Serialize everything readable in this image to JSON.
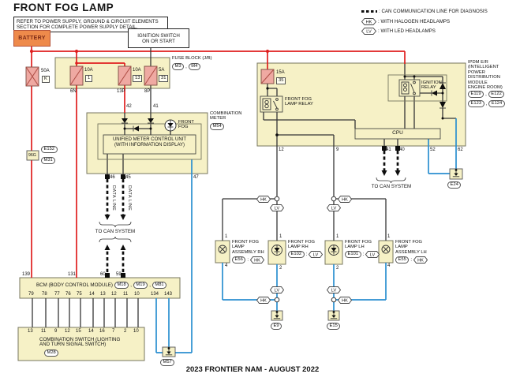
{
  "title": "FRONT FOG LAMP",
  "note_line1": "REFER TO POWER SUPPLY, GROUND & CIRCUIT ELEMENTS",
  "note_line2": "SECTION FOR COMPLETE POWER SUPPLY DETAIL.",
  "legend": {
    "can_text": ": CAN COMMUNICATION LINE FOR DIAGNOSIS",
    "hk_text": ": WITH HALOGEN HEADLAMPS",
    "lv_text": ": WITH LED HEADLAMPS"
  },
  "tags": {
    "hk": "HK",
    "lv": "LV"
  },
  "punct": {
    "colon": ":",
    "comma": ","
  },
  "battery": "BATTERY",
  "ignition_switch": {
    "line1": "IGNITION SWITCH",
    "line2": "ON OR START"
  },
  "fusible_link": {
    "rating": "50A",
    "id": "K"
  },
  "inline_conn": {
    "id": "96G",
    "upper": "E152",
    "lower": "M31"
  },
  "fuse_block": {
    "label": "FUSE BLOCK (J/B)",
    "conn1": "M3",
    "conn2": "M4",
    "fuse1_rating": "10A",
    "fuse1_id": "1",
    "fuse1_out": "6N",
    "fuse2_rating": "10A",
    "fuse2_id": "13",
    "fuse2_out": "13P",
    "fuse3_rating": "5A",
    "fuse3_id": "31",
    "fuse3_out": "8P"
  },
  "ipdm": {
    "name": [
      "IPDM E/R",
      "(INTELLIGENT",
      "POWER",
      "DISTRIBUTION",
      "MODULE",
      "ENGINE ROOM)"
    ],
    "conn": [
      "E119",
      "E122",
      "E123",
      "E124"
    ],
    "fuse_rating": "15A",
    "fuse_id": "35",
    "fog_relay1": "FRONT FOG",
    "fog_relay2": "LAMP RELAY",
    "ign_relay1": "IGNITION",
    "ign_relay2": "RELAY",
    "cpu": "CPU",
    "pins": [
      "12",
      "9",
      "41",
      "40",
      "52",
      "62"
    ]
  },
  "meter": {
    "label1": "COMBINATION",
    "label2": "METER",
    "conn": "M54",
    "ind1": "FRONT",
    "ind2": "FOG",
    "unit1": "UNIFIED METER CONTROL UNIT",
    "unit2": "(WITH INFORMATION DISPLAY)",
    "pin_42": "42",
    "pin_41": "41",
    "pin_46": "46",
    "pin_45": "45",
    "pin_47": "47"
  },
  "can": {
    "data_line": "DATA LINE",
    "to_can": "TO CAN SYSTEM"
  },
  "bcm": {
    "label": "BCM (BODY CONTROL MODULE)",
    "conn": [
      "M18",
      "M19",
      "M81"
    ],
    "pins_top": [
      "139",
      "131",
      "60",
      "59"
    ],
    "pins_bottom": [
      "79",
      "78",
      "77",
      "76",
      "75",
      "14",
      "13",
      "12",
      "11",
      "10",
      "134",
      "143"
    ]
  },
  "combo_switch": {
    "line1": "COMBINATION SWITCH (LIGHTING",
    "line2": "AND TURN SIGNAL SWITCH)",
    "conn": "M28",
    "pins": [
      "13",
      "11",
      "9",
      "12",
      "15",
      "14",
      "16",
      "7",
      "2",
      "10"
    ]
  },
  "lamps": {
    "asm_rh": {
      "l1": "FRONT FOG",
      "l2": "LAMP",
      "l3": "ASSEMBLY RH",
      "conn": "E56",
      "pin_top": "1",
      "pin_bot": "4"
    },
    "rh": {
      "l1": "FRONT FOG",
      "l2": "LAMP RH",
      "conn": "E102",
      "pin_top": "1",
      "pin_bot": "2"
    },
    "lh": {
      "l1": "FRONT FOG",
      "l2": "LAMP LH",
      "conn": "E101",
      "pin_top": "1",
      "pin_bot": "2"
    },
    "asm_lh": {
      "l1": "FRONT FOG",
      "l2": "LAMP",
      "l3": "ASSEMBLY LH",
      "conn": "E55",
      "pin_top": "1",
      "pin_bot": "4"
    }
  },
  "grounds": {
    "e9": "E9",
    "e15": "E15",
    "e24": "E24",
    "m57": "M57"
  },
  "footer": "2023 FRONTIER NAM - AUGUST 2022",
  "colors": {
    "red": "#df1f1f",
    "blue": "#2b8fd0",
    "wblack": "#353535",
    "panel": "#f6f1c6",
    "fuse": "#efa9a2",
    "battery": "#ee8a4b"
  }
}
